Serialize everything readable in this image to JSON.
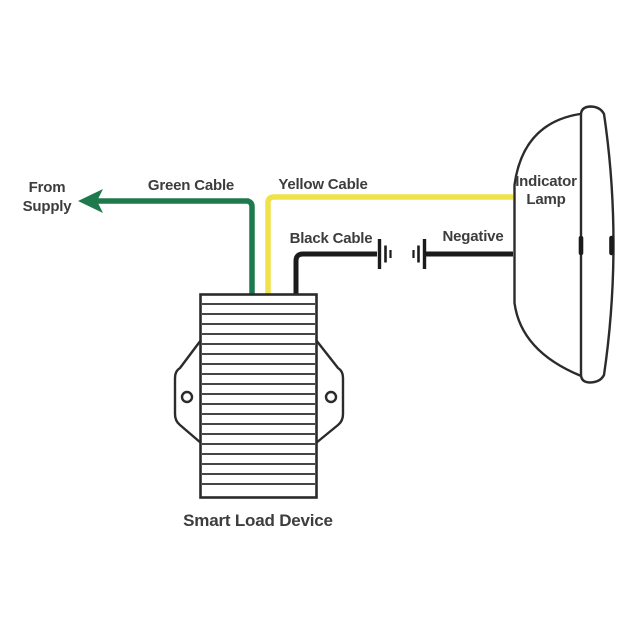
{
  "labels": {
    "from_supply": [
      "From",
      "Supply"
    ],
    "green_cable": "Green Cable",
    "yellow_cable": "Yellow Cable",
    "black_cable": "Black Cable",
    "negative": "Negative",
    "indicator_lamp": [
      "Indicator",
      "Lamp"
    ],
    "smart_load_device": "Smart Load Device"
  },
  "colors": {
    "green_cable": "#1e7a4c",
    "yellow_cable": "#f0e24a",
    "black_cable": "#1b1b1b",
    "outline": "#2b2b2b",
    "label_text": "#3d3d3d",
    "background": "#ffffff"
  }
}
